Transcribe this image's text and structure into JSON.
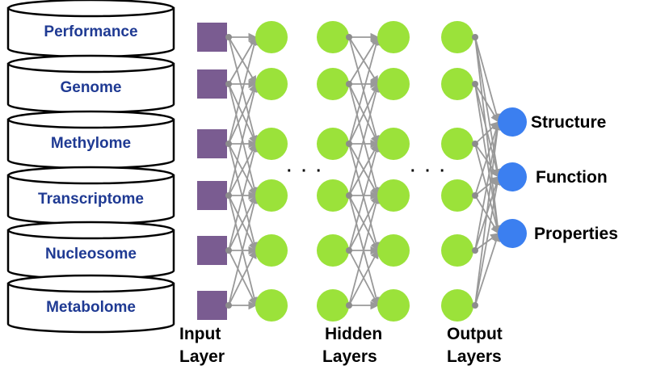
{
  "databases": [
    "Performance",
    "Genome",
    "Methylome",
    "Transcriptome",
    "Nucleosome",
    "Metabolome"
  ],
  "outputs": [
    "Structure",
    "Function",
    "Properties"
  ],
  "layer_labels": {
    "input_line1": "Input",
    "input_line2": "Layer",
    "hidden_line1": "Hidden",
    "hidden_line2": "Layers",
    "output_line1": "Output",
    "output_line2": "Layers"
  },
  "ellipsis": "· · ·",
  "colors": {
    "cylinder_label": "#1f3a93",
    "input_node": "#7a5c91",
    "hidden_node": "#9be23a",
    "output_node": "#3b7ff0",
    "edge": "#999999",
    "junction": "#8c8c8c"
  }
}
